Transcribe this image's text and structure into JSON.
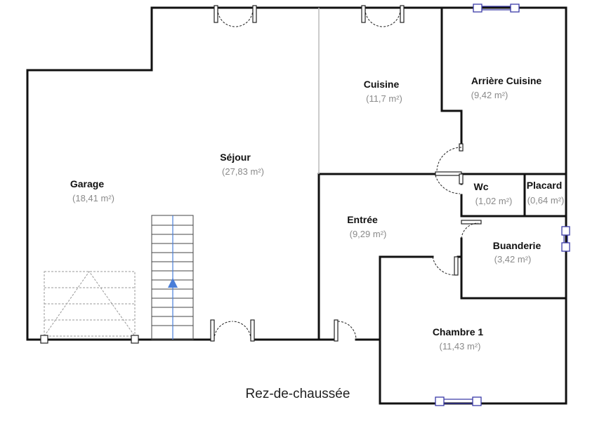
{
  "floor_label": "Rez-de-chaussée",
  "rooms": [
    {
      "key": "garage",
      "name": "Garage",
      "area": "(18,41 m²)"
    },
    {
      "key": "sejour",
      "name": "Séjour",
      "area": "(27,83 m²)"
    },
    {
      "key": "cuisine",
      "name": "Cuisine",
      "area": "(11,7 m²)"
    },
    {
      "key": "arriere_cuisine",
      "name": "Arrière Cuisine",
      "area": "(9,42 m²)"
    },
    {
      "key": "entree",
      "name": "Entrée",
      "area": "(9,29 m²)"
    },
    {
      "key": "wc",
      "name": "Wc",
      "area": "(1,02 m²)"
    },
    {
      "key": "placard",
      "name": "Placard",
      "area": "(0,64 m²)"
    },
    {
      "key": "buanderie",
      "name": "Buanderie",
      "area": "(3,42 m²)"
    },
    {
      "key": "chambre1",
      "name": "Chambre 1",
      "area": "(11,43 m²)"
    }
  ],
  "colors": {
    "wall": "#111111",
    "window": "#3a3aa8",
    "stair_arrow": "#4a7ed8",
    "area_text": "#8a8a8a"
  }
}
